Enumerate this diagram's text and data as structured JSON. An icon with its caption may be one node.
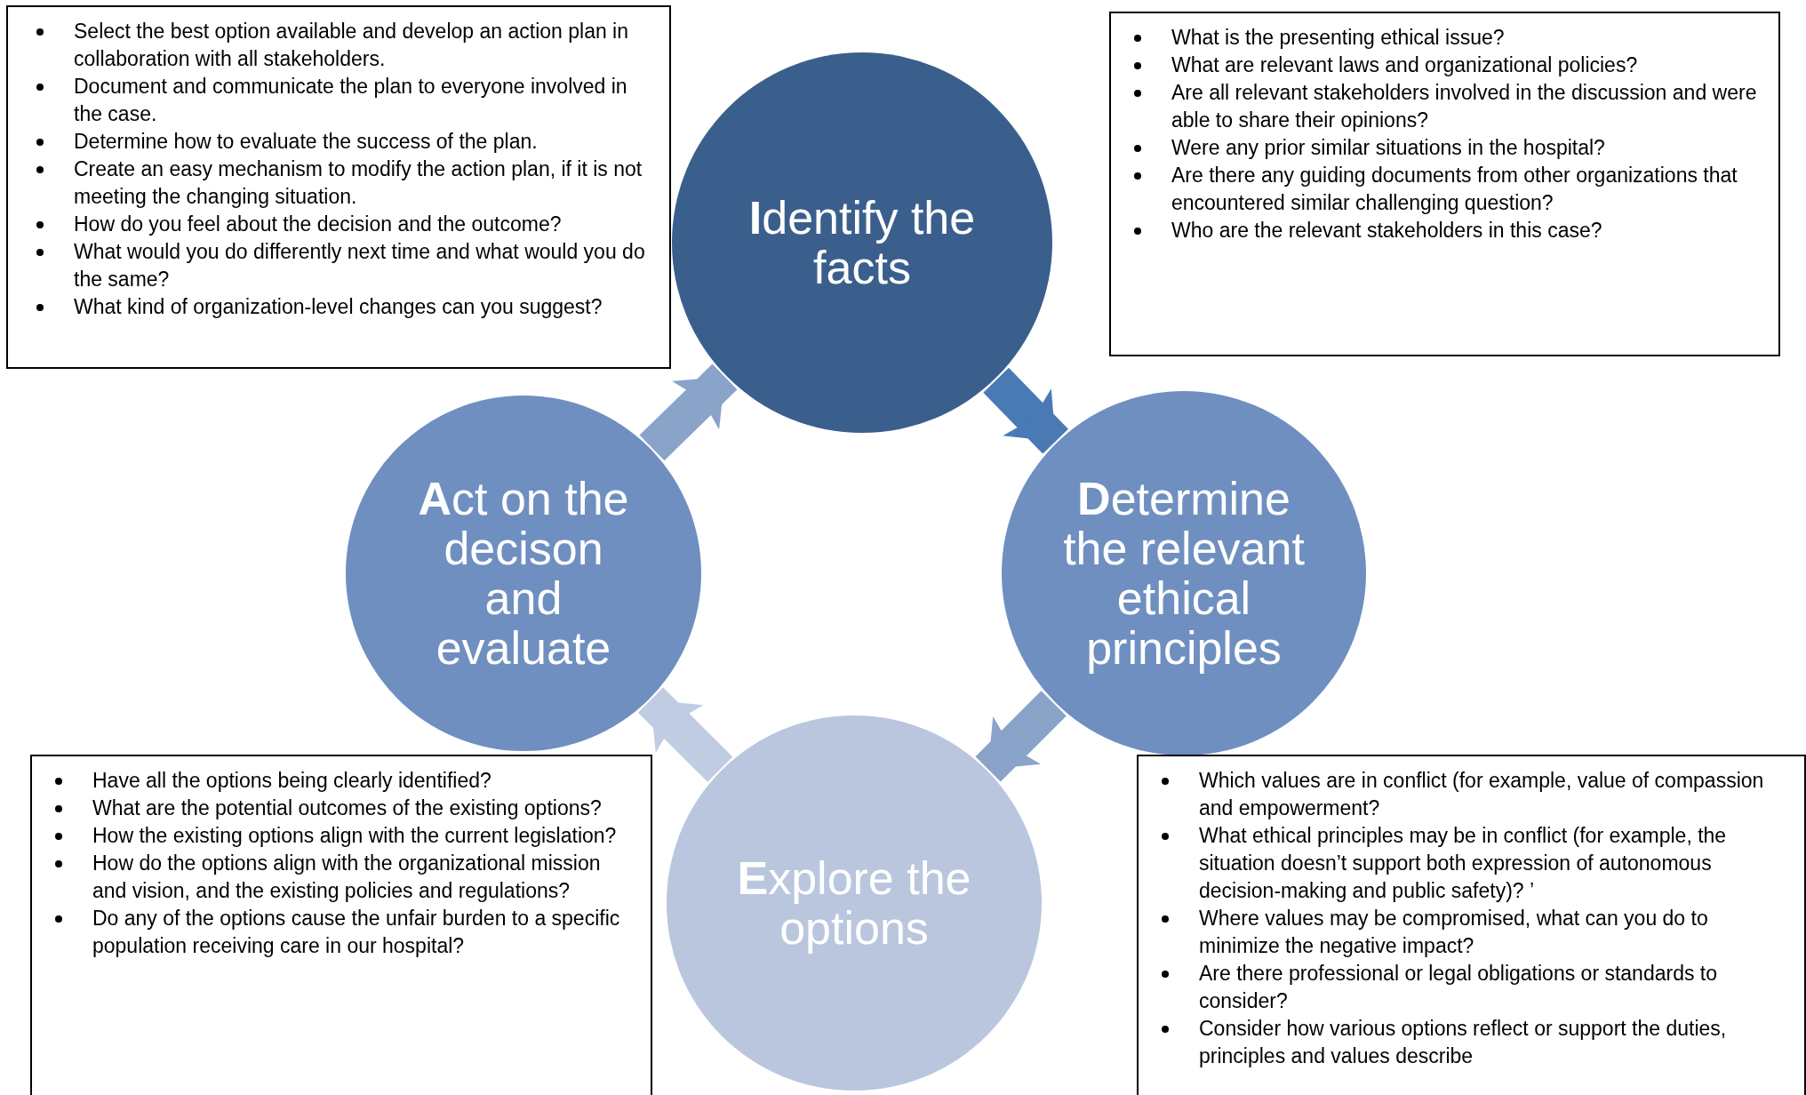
{
  "diagram": {
    "nodes": [
      {
        "text": [
          "Select the best option available and develop an action plan in collaboration with all stakeholders.",
          "Document and communicate the plan to everyone involved in the case.",
          "Determine how to evaluate the success of the plan.",
          "Create an easy mechanism to modify the action plan, if it is not meeting the changing situation.",
          "How do you feel about the decision and the outcome?",
          "What would you do differently next time and what would you do the same?",
          "What kind of organization-level changes can you suggest?"
        ]
      },
      {
        "text": [
          "**I**dentify the facts"
        ]
      },
      {
        "text": [
          "What is the presenting ethical issue?",
          "What are relevant laws and organizational policies?",
          "Are all relevant stakeholders involved in the discussion and were able to share their opinions?",
          "Were any prior similar situations in the hospital?",
          "Are there any guiding documents from other organizations that encountered similar challenging question?",
          "Who are the relevant stakeholders in this case?"
        ]
      },
      {
        "text": [
          "**A**ct on the decison and evaluate"
        ]
      },
      {
        "text": [
          "**D**etermine the relevant ethical principles"
        ]
      },
      {
        "text": [
          "Have all the options being clearly identified?",
          "What are the potential outcomes of the existing options?",
          "How the existing options align with the current legislation?",
          "How do the options align with the organizational mission and vision, and the existing policies and regulations?",
          "Do any of the options cause the unfair burden to a specific population receiving care in our hospital?"
        ]
      },
      {
        "text": [
          "**E**xplore the options"
        ]
      },
      {
        "text": [
          "Which values are in conflict (for example, value of compassion and empowerment?",
          "What ethical principles may be in conflict (for example, the situation doesn’t support both expression of autonomous decision-making and public safety)? ’",
          "Where values may be compromised, what can you do to minimize the negative impact?",
          "Are there professional or legal obligations or standards to consider?",
          "Consider how various options reflect or support the duties, principles and values describe"
        ]
      }
    ],
    "edges": [
      {
        "from": 1,
        "to": 4,
        "arrow": "to",
        "color": "#4a7ab4"
      },
      {
        "from": 4,
        "to": 6,
        "arrow": "to",
        "color": "#89a3c9"
      },
      {
        "from": 6,
        "to": 3,
        "arrow": "to",
        "color": "#c0cce2"
      },
      {
        "from": 3,
        "to": 1,
        "arrow": "to",
        "color": "#89a3c9"
      }
    ]
  }
}
